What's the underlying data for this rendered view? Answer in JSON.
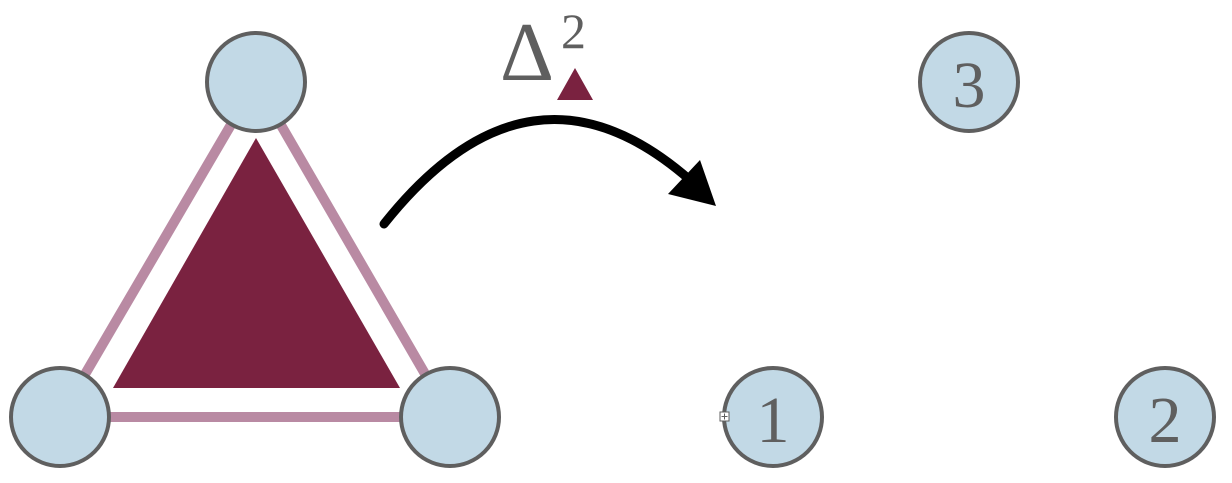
{
  "colors": {
    "node_fill": "#c2d9e6",
    "node_stroke": "#5f5f5f",
    "simplex_fill": "#7a2240",
    "edge": "#b98aa3",
    "text": "#5f5f5f",
    "arrow": "#000000"
  },
  "operator": {
    "symbol": "Δ",
    "exponent": "2"
  },
  "output_nodes": [
    {
      "label": "3"
    },
    {
      "label": "1"
    },
    {
      "label": "2"
    }
  ]
}
